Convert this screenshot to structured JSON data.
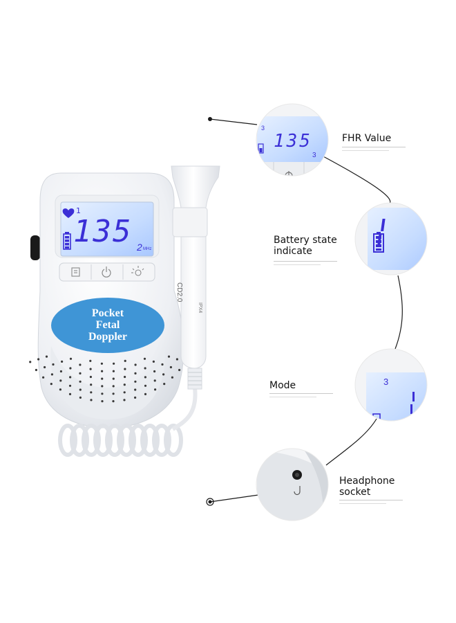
{
  "device": {
    "brand_text": [
      "Pocket",
      "Fetal",
      "Doppler"
    ],
    "lcd": {
      "mode_digit": "1",
      "fhr_value": "135",
      "freq_digit": "2",
      "freq_unit": "MHz"
    },
    "probe_label": "CD2.0",
    "probe_rating": "IPX4"
  },
  "callouts": [
    {
      "label_lines": [
        "FHR Value"
      ],
      "zoom_text": "135",
      "zoom_top_digit": "3",
      "zoom_bottom_text": "3"
    },
    {
      "label_lines": [
        "Battery state",
        "indicate"
      ]
    },
    {
      "label_lines": [
        "Mode"
      ],
      "zoom_digit": "3"
    },
    {
      "label_lines": [
        "Headphone",
        "socket"
      ]
    }
  ],
  "colors": {
    "background": "#ffffff",
    "device_body": "#f1f3f6",
    "lcd_backlight": "#cfe2ff",
    "lcd_segment": "#3b2fd6",
    "brand_oval": "#3f95d6",
    "brand_text": "#ffffff",
    "leader_line": "#1a1a1a"
  }
}
